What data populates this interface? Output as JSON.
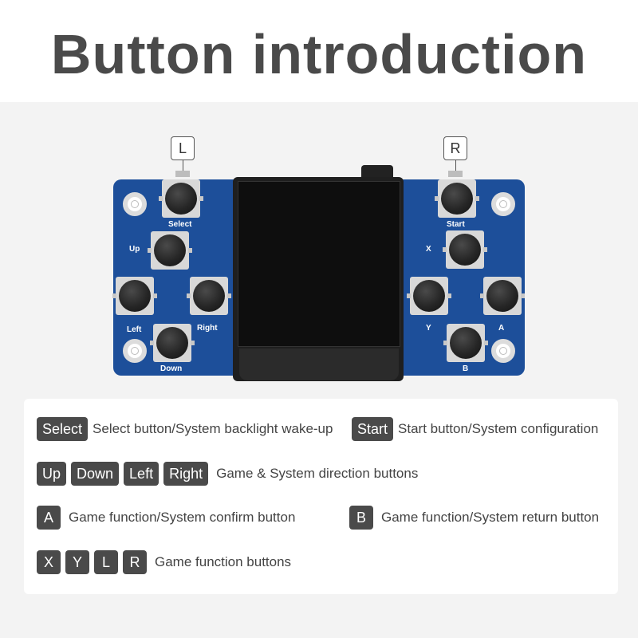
{
  "title": "Button introduction",
  "board_labels": {
    "select": "Select",
    "start": "Start",
    "up": "Up",
    "down": "Down",
    "left": "Left",
    "right": "Right",
    "x": "X",
    "y": "Y",
    "a": "A",
    "b": "B"
  },
  "callouts": {
    "l": "L",
    "r": "R"
  },
  "legend": {
    "row1": {
      "select_key": "Select",
      "select_desc": "Select button/System backlight wake-up",
      "start_key": "Start",
      "start_desc": "Start button/System configuration"
    },
    "row2": {
      "keys": [
        "Up",
        "Down",
        "Left",
        "Right"
      ],
      "desc": "Game & System direction buttons"
    },
    "row3": {
      "a_key": "A",
      "a_desc": "Game function/System confirm button",
      "b_key": "B",
      "b_desc": "Game function/System return button"
    },
    "row4": {
      "keys": [
        "X",
        "Y",
        "L",
        "R"
      ],
      "desc": "Game function buttons"
    }
  },
  "colors": {
    "pcb": "#1d4f9a",
    "key_bg": "#4a4a4a",
    "title": "#4a4a4a"
  }
}
